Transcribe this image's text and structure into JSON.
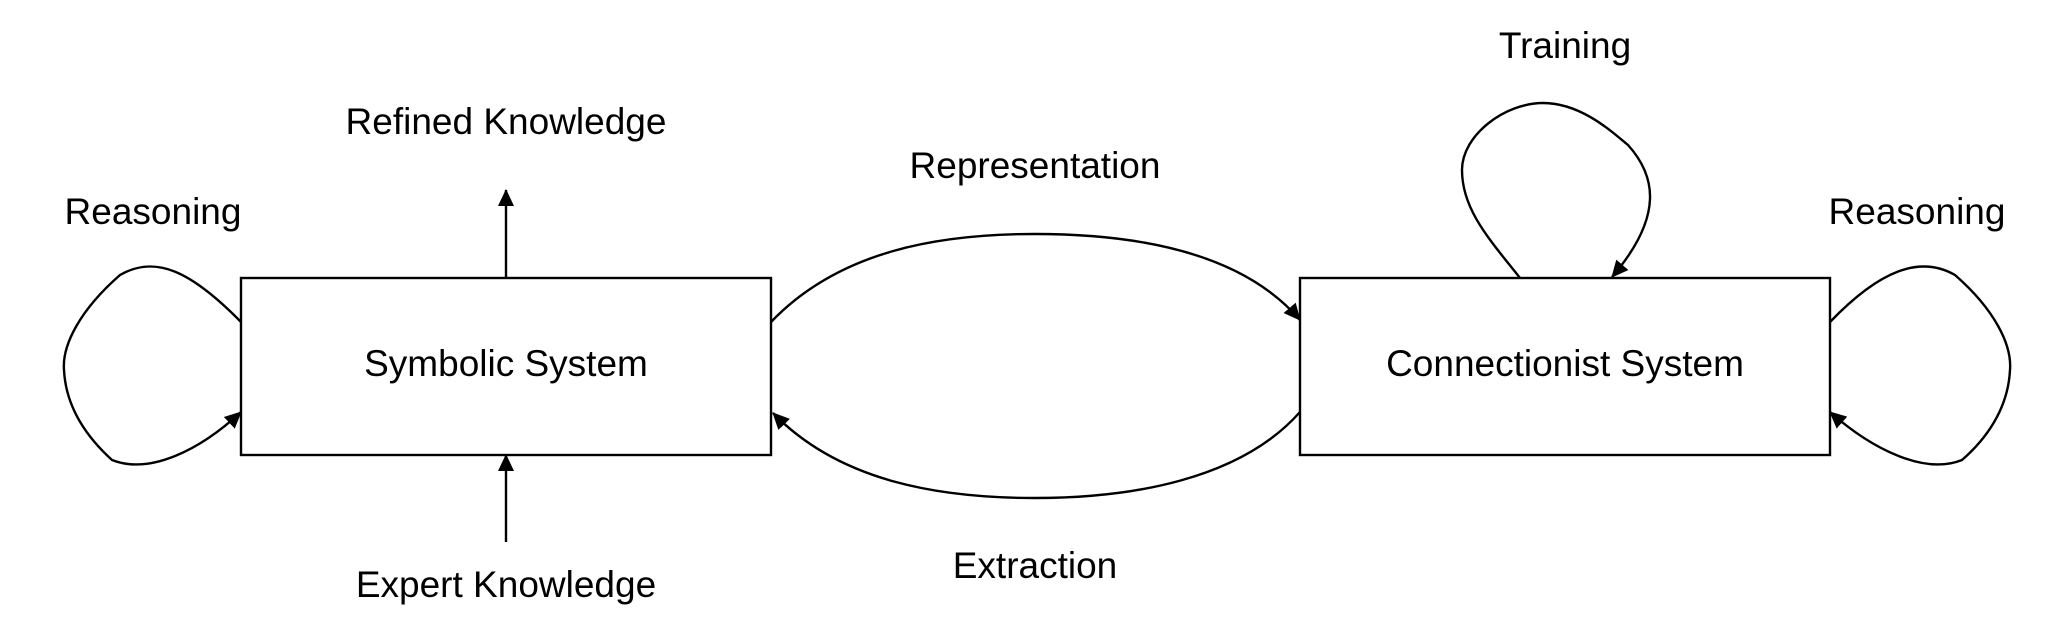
{
  "diagram": {
    "nodes": {
      "symbolic": {
        "label": "Symbolic System"
      },
      "connectionist": {
        "label": "Connectionist System"
      }
    },
    "edges": {
      "reasoning_left": {
        "label": "Reasoning"
      },
      "refined_knowledge": {
        "label": "Refined Knowledge"
      },
      "expert_knowledge": {
        "label": "Expert Knowledge"
      },
      "representation": {
        "label": "Representation"
      },
      "extraction": {
        "label": "Extraction"
      },
      "training": {
        "label": "Training"
      },
      "reasoning_right": {
        "label": "Reasoning"
      }
    },
    "colors": {
      "stroke": "#000000",
      "background": "#ffffff"
    }
  }
}
